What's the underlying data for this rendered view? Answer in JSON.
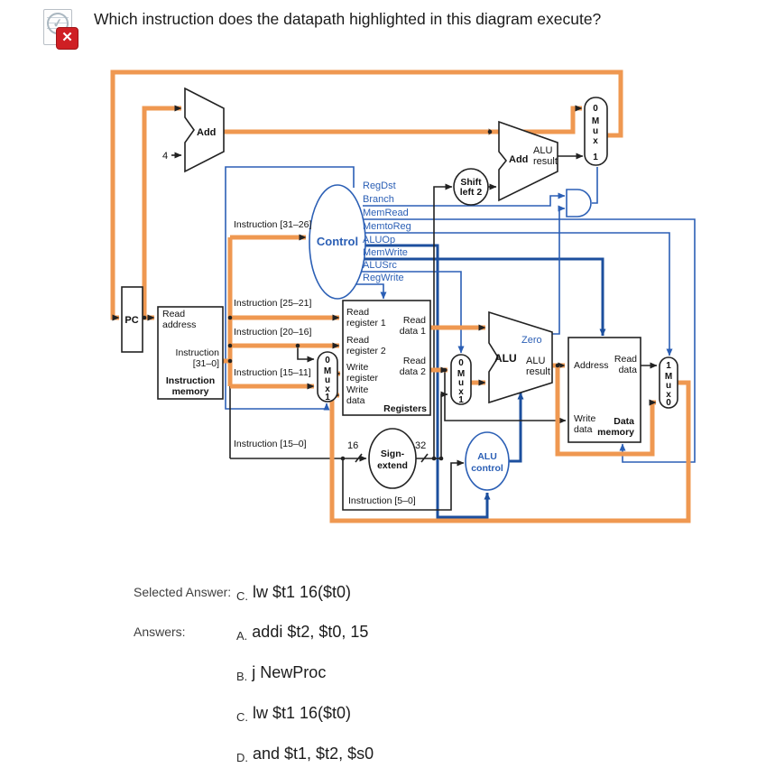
{
  "question": {
    "icon": "quiz-incorrect-icon",
    "title": "Which instruction does the datapath highlighted in this diagram execute?"
  },
  "colors": {
    "highlight_orange": "#EF9851",
    "control_blue": "#2B5FB5",
    "control_navy": "#1C4F9E",
    "wire_black": "#222222",
    "incorrect_red": "#CF1F24"
  },
  "diagram": {
    "add1": "Add",
    "four": "4",
    "pc": "PC",
    "imem": {
      "in1": "Read",
      "in2": "address",
      "out1": "Instruction",
      "out2": "[31–0]",
      "name1": "Instruction",
      "name2": "memory"
    },
    "fields": {
      "f31": "Instruction [31–26]",
      "f25": "Instruction [25–21]",
      "f20": "Instruction [20–16]",
      "f15": "Instruction [15–11]",
      "f150": "Instruction [15–0]",
      "f50": "Instruction [5–0]"
    },
    "control": {
      "name": "Control",
      "signals": [
        "RegDst",
        "Branch",
        "MemRead",
        "MemtoReg",
        "ALUOp",
        "MemWrite",
        "ALUSrc",
        "RegWrite"
      ]
    },
    "regs": {
      "rr1a": "Read",
      "rr1b": "register 1",
      "rr2a": "Read",
      "rr2b": "register 2",
      "wra": "Write",
      "wrb": "register",
      "wda": "Write",
      "wdb": "data",
      "rd1a": "Read",
      "rd1b": "data 1",
      "rd2a": "Read",
      "rd2b": "data 2",
      "name": "Registers"
    },
    "mux": {
      "zero": "0",
      "one": "1",
      "m": "M",
      "u": "u",
      "x": "x"
    },
    "shift": {
      "a": "Shift",
      "b": "left 2"
    },
    "add2": {
      "name": "Add",
      "ra": "ALU",
      "rb": "result"
    },
    "alu": {
      "name": "ALU",
      "zero": "Zero",
      "ra": "ALU",
      "rb": "result"
    },
    "signext": {
      "a": "Sign-",
      "b": "extend",
      "bits_in": "16",
      "bits_out": "32"
    },
    "aluctl": {
      "a": "ALU",
      "b": "control"
    },
    "dmem": {
      "addr": "Address",
      "rda": "Read",
      "rdb": "data",
      "wda": "Write",
      "wdb": "data",
      "na": "Data",
      "nb": "memory"
    }
  },
  "answers": {
    "selected_label": "Selected Answer:",
    "answers_label": "Answers:",
    "selected": {
      "letter": "C.",
      "text": "lw $t1 16($t0)"
    },
    "options": [
      {
        "letter": "A.",
        "text": "addi $t2, $t0, 15"
      },
      {
        "letter": "B.",
        "text": "j NewProc"
      },
      {
        "letter": "C.",
        "text": "lw $t1 16($t0)"
      },
      {
        "letter": "D.",
        "text": "and $t1, $t2, $s0"
      }
    ]
  }
}
